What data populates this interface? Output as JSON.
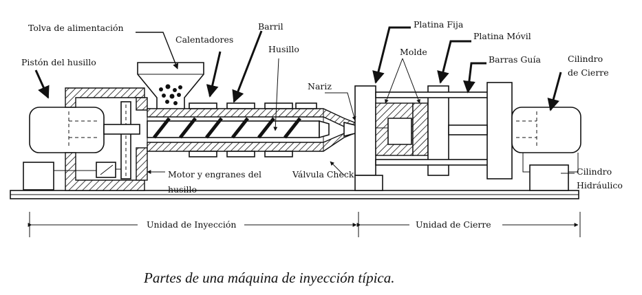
{
  "labels": {
    "tolva": "Tolva de alimentación",
    "calentadores": "Calentadores",
    "barril": "Barril",
    "husillo": "Husillo",
    "piston": "Pistón del husillo",
    "nariz": "Nariz",
    "platina_fija": "Platina Fija",
    "molde": "Molde",
    "platina_movil": "Platina Móvil",
    "barras_guia": "Barras Guía",
    "cilindro_cierre_1": "Cilindro",
    "cilindro_cierre_2": "de Cierre",
    "motor_1": "Motor y engranes del",
    "motor_2": "husillo",
    "valvula": "Válvula Check",
    "cil_hidr_1": "Cilindro",
    "cil_hidr_2": "Hidráulico"
  },
  "dimensions": {
    "inyeccion": "Unidad de Inyección",
    "cierre": "Unidad de Cierre"
  },
  "caption": "Partes de una máquina de inyección típica."
}
